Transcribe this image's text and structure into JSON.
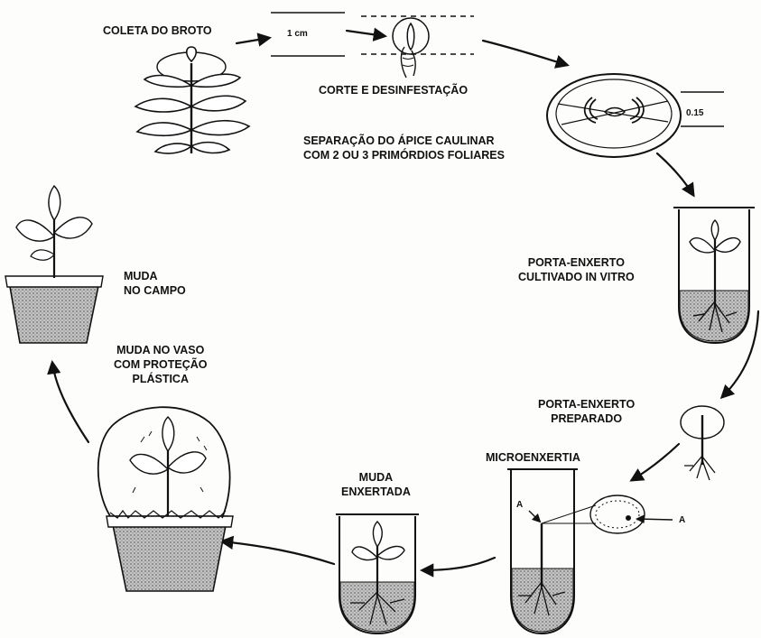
{
  "labels": {
    "coleta": "COLETA DO BROTO",
    "um_cm": "1 cm",
    "corte": "CORTE E DESINFESTAÇÃO",
    "separacao": "SEPARAÇÃO DO ÁPICE CAULINAR\nCOM 2 OU 3 PRIMÓRDIOS FOLIARES",
    "escala": "0.15",
    "porta_cultivado": "PORTA-ENXERTO\nCULTIVADO IN VITRO",
    "porta_preparado": "PORTA-ENXERTO\nPREPARADO",
    "microenxertia": "MICROENXERTIA",
    "marcador_a1": "A",
    "marcador_a2": "A",
    "muda_enxertada": "MUDA\nENXERTADA",
    "muda_vaso": "MUDA NO VASO\nCOM PROTEÇÃO\nPLÁSTICA",
    "muda_campo": "MUDA\nNO CAMPO"
  },
  "colors": {
    "ink": "#111111",
    "soil": "#9a9a9a",
    "background": "#fdfdfb"
  }
}
